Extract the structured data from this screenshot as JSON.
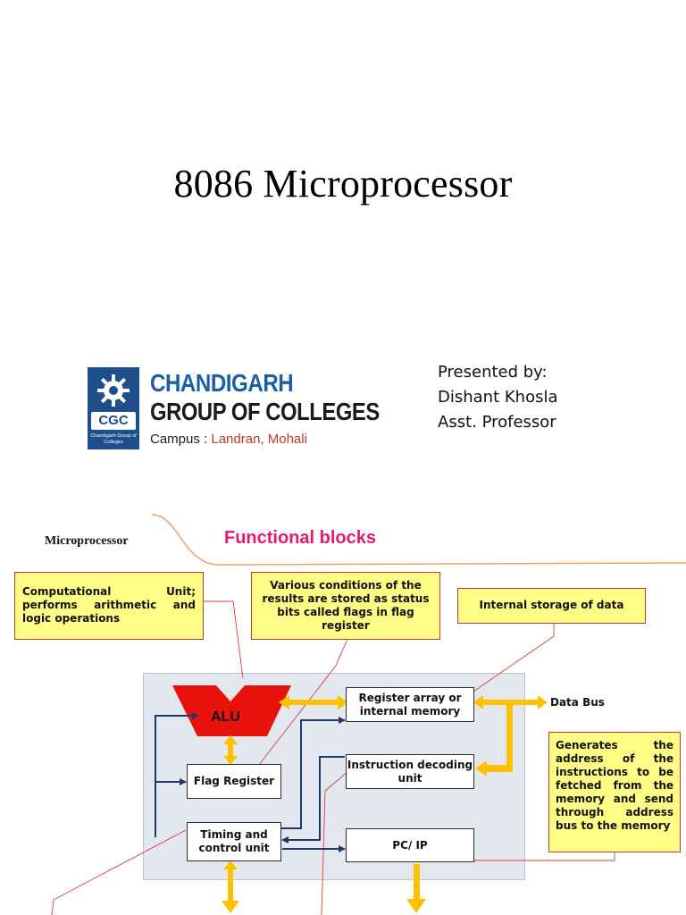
{
  "slide1": {
    "title": "8086 Microprocessor",
    "logo": {
      "badge_text": "CGC",
      "badge_subtext": "Chandigarh Group of Colleges",
      "line1": "CHANDIGARH",
      "line2": "GROUP OF COLLEGES",
      "campus_label": "Campus : ",
      "campus_location": "Landran, Mohali"
    },
    "presenter": {
      "line1": "Presented by:",
      "line2": "Dishant Khosla",
      "line3": "Asst.  Professor"
    }
  },
  "slide2": {
    "header_label": "Microprocessor",
    "header_title": "Functional blocks",
    "notes": {
      "alu_note": "Computational Unit; performs arithmetic and logic operations",
      "flag_note": "Various conditions of the results are stored as status bits called flags in flag register",
      "storage_note": "Internal storage of data",
      "pc_note": "Generates the address of the instructions to be fetched from the memory and send through address bus to the memory"
    },
    "blocks": {
      "alu": "ALU",
      "flag_register": "Flag Register",
      "timing_control": "Timing and control unit",
      "register_array": "Register array or internal memory",
      "instruction_decoding": "Instruction decoding unit",
      "pc_ip": "PC/ IP"
    },
    "data_bus_label": "Data Bus"
  },
  "colors": {
    "accent_pink": "#e8186e",
    "note_fill": "#fffd86",
    "arrow_yellow": "#ffc000",
    "alu_red": "#e8120c",
    "line_blue": "#1f3864",
    "logo_blue": "#1a5fa8"
  }
}
